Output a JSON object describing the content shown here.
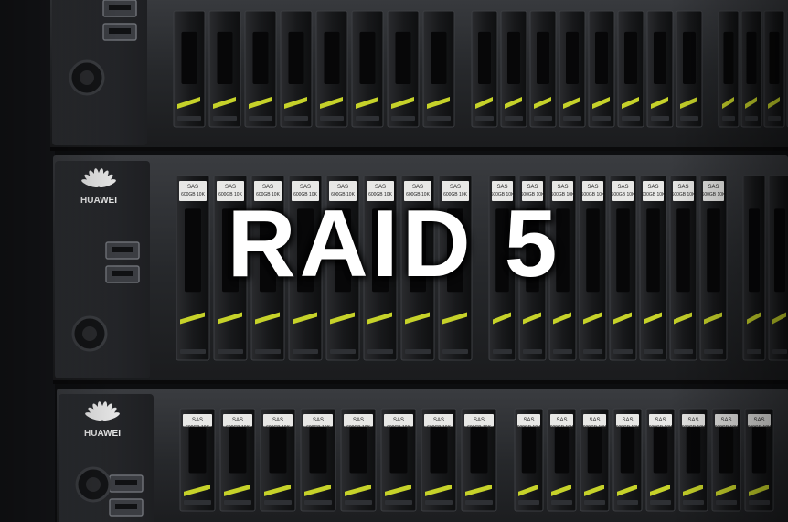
{
  "overlay": {
    "title": "RAID 5"
  },
  "brand": {
    "name": "HUAWEI"
  },
  "drive": {
    "label_line1": "SAS",
    "label_line2": "600GB 10K"
  },
  "bays_per_group": 8,
  "colors": {
    "background": "#0d0e10",
    "chassis": "#2a2c30",
    "bezel": "#1a1b1e",
    "drive_face": "#111214",
    "latch_accent": "#c6d22a",
    "label": "#e8e8e6",
    "title": "#ffffff"
  }
}
